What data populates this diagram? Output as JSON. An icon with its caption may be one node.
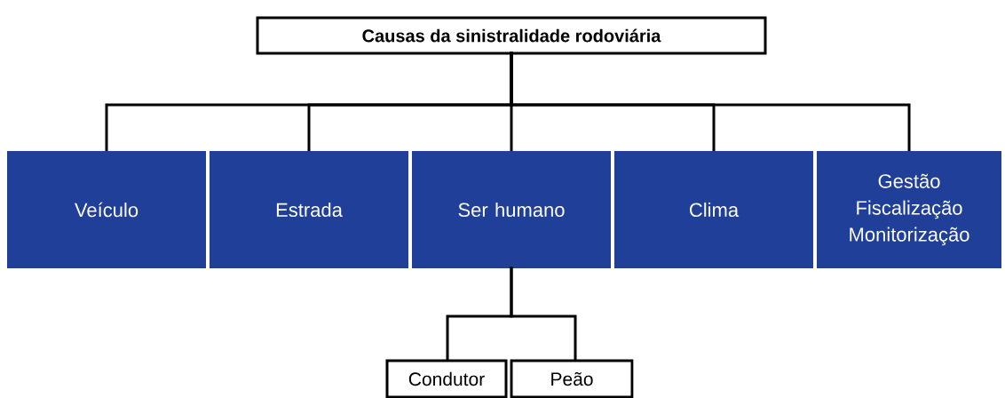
{
  "diagram": {
    "nodes": [
      {
        "text": [
          "Causas da sinistralidade rodoviária"
        ]
      },
      {
        "text": [
          "Veículo"
        ]
      },
      {
        "text": [
          "Estrada"
        ]
      },
      {
        "text": [
          "Ser humano"
        ]
      },
      {
        "text": [
          "Clima"
        ]
      },
      {
        "text": [
          "Gestão Fiscalização Monitorização"
        ]
      },
      {
        "text": [
          "Condutor"
        ]
      },
      {
        "text": [
          "Peão"
        ]
      }
    ],
    "edges": [
      {
        "from": 0,
        "to": 1,
        "arrow": "none"
      },
      {
        "from": 0,
        "to": 2,
        "arrow": "none"
      },
      {
        "from": 0,
        "to": 3,
        "arrow": "none"
      },
      {
        "from": 0,
        "to": 4,
        "arrow": "none"
      },
      {
        "from": 0,
        "to": 5,
        "arrow": "none"
      },
      {
        "from": 3,
        "to": 6,
        "arrow": "none"
      },
      {
        "from": 3,
        "to": 7,
        "arrow": "none"
      }
    ]
  }
}
